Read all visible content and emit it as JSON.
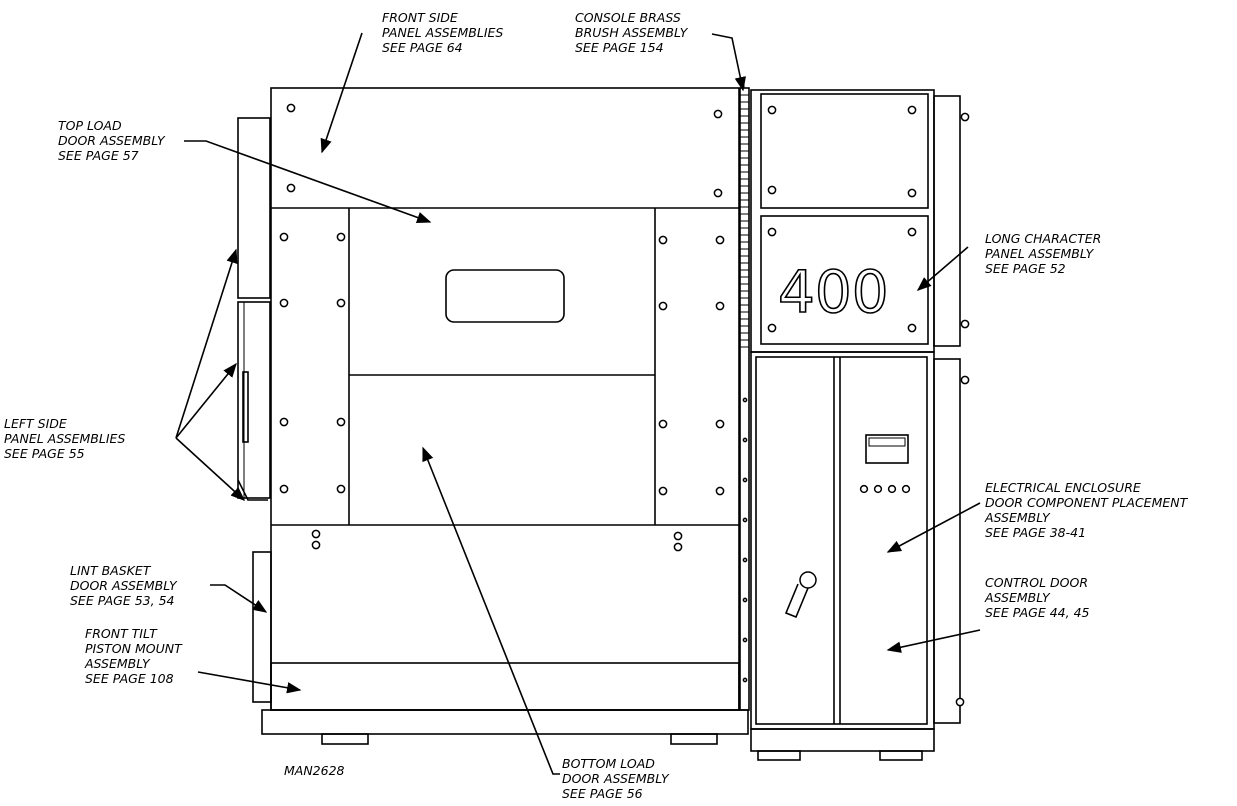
{
  "labels": {
    "front_side": [
      "FRONT SIDE",
      "PANEL ASSEMBLIES",
      "SEE PAGE 64"
    ],
    "console_brass": [
      "CONSOLE BRASS",
      "BRUSH ASSEMBLY",
      "SEE PAGE 154"
    ],
    "top_load": [
      "TOP LOAD",
      "DOOR ASSEMBLY",
      "SEE PAGE 57"
    ],
    "long_char": [
      "LONG CHARACTER",
      "PANEL ASSEMBLY",
      "SEE PAGE 52"
    ],
    "left_side": [
      "LEFT SIDE",
      "PANEL ASSEMBLIES",
      "SEE PAGE 55"
    ],
    "electrical": [
      "ELECTRICAL ENCLOSURE",
      "DOOR COMPONENT PLACEMENT",
      "ASSEMBLY",
      "SEE PAGE 38-41"
    ],
    "control_door": [
      "CONTROL DOOR",
      "ASSEMBLY",
      "SEE PAGE 44, 45"
    ],
    "lint_basket": [
      "LINT BASKET",
      "DOOR ASSEMBLY",
      "SEE PAGE 53, 54"
    ],
    "front_tilt": [
      "FRONT TILT",
      "PISTON MOUNT",
      "ASSEMBLY",
      "SEE PAGE 108"
    ],
    "bottom_load": [
      "BOTTOM LOAD",
      "DOOR ASSEMBLY",
      "SEE PAGE 56"
    ]
  },
  "panel_number": "400",
  "drawing_id": "MAN2628"
}
